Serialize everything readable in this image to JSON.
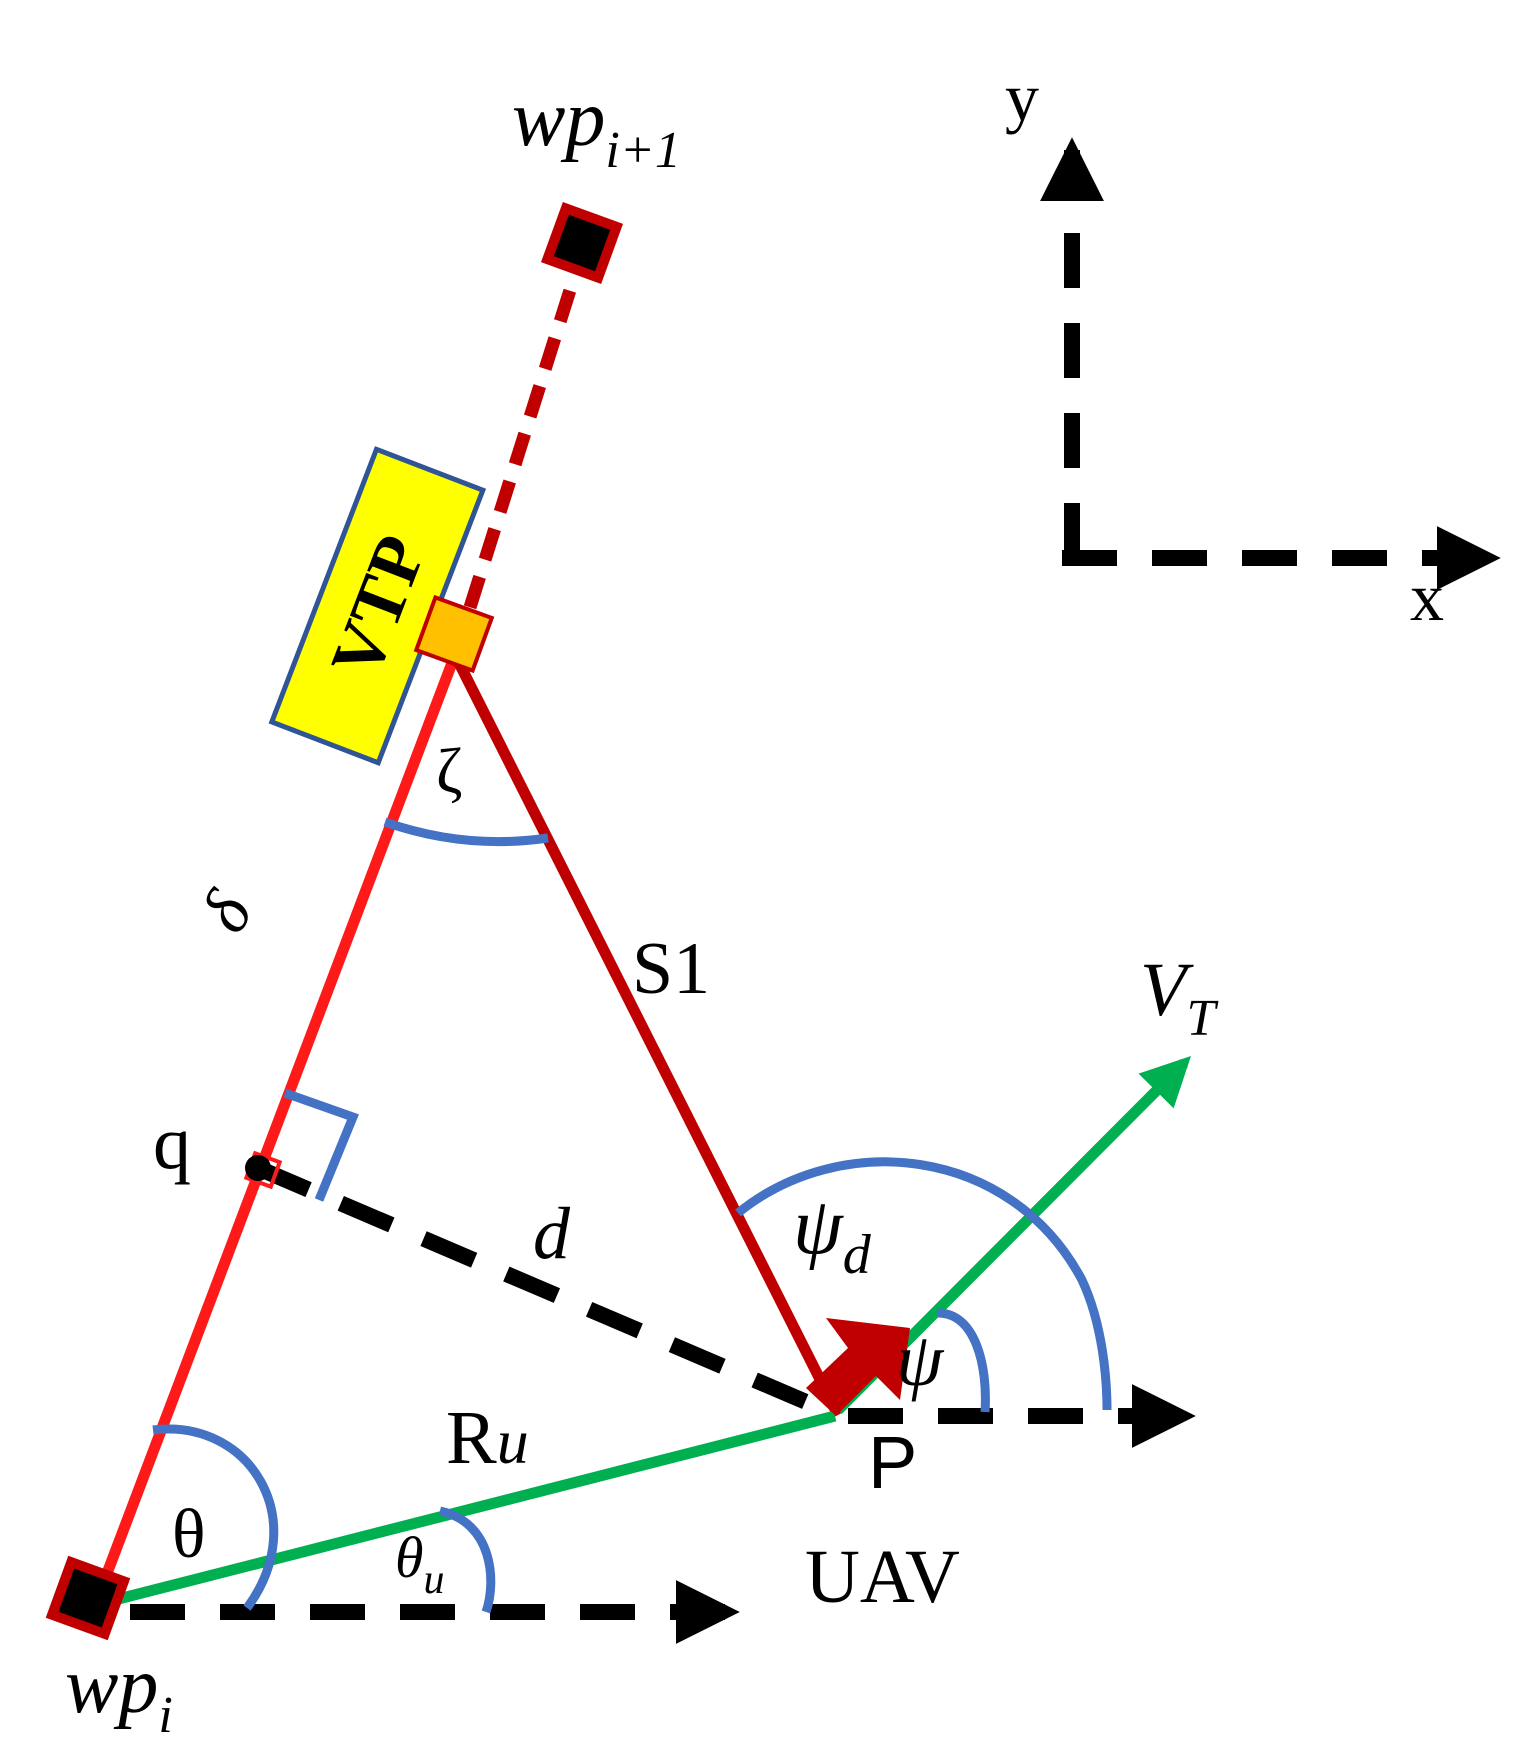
{
  "labels": {
    "wp_next_base": "wp",
    "wp_next_sub": "i+1",
    "wp_curr_base": "wp",
    "wp_curr_sub": "i",
    "vtp": "VTP",
    "zeta": "ζ",
    "delta": "δ",
    "s1": "S1",
    "q": "q",
    "d": "d",
    "psi_d_base": "ψ",
    "psi_d_sub": "d",
    "psi": "ψ",
    "v_t_base": "V",
    "v_t_sub": "T",
    "r_u_base": "R",
    "r_u_sub": "u",
    "theta": "θ",
    "theta_u_base": "θ",
    "theta_u_sub": "u",
    "p": "P",
    "uav": "UAV",
    "axis_y": "y",
    "axis_x": "x"
  },
  "colors": {
    "path_red": "#ff1a1a",
    "dark_red": "#c00000",
    "green": "#00b050",
    "blue_arc": "#4472c4",
    "vtp_fill": "#ffff00",
    "vtp_border": "#2f5597",
    "vtp_point": "#ffc000",
    "black": "#000000"
  },
  "icons": {
    "waypoint": "square-marker-icon",
    "uav": "arrow-marker-icon"
  }
}
